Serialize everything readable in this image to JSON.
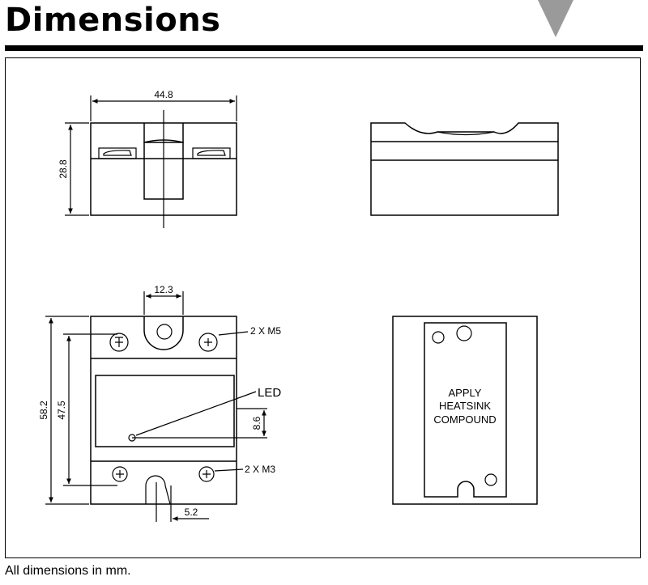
{
  "header": {
    "title": "Dimensions"
  },
  "footer": {
    "note": "All dimensions in mm."
  },
  "top_view": {
    "width_dim": "44.8",
    "height_dim": "28.8"
  },
  "front_view": {
    "offset_dim": "12.3",
    "height_outer_dim": "58.2",
    "height_inner_dim": "47.5",
    "led_label": "LED",
    "led_offset_dim": "8.6",
    "top_screws_label": "2 X M5",
    "bottom_screws_label": "2 X M3",
    "slot_dim": "5.2"
  },
  "back_view": {
    "label_line1": "APPLY",
    "label_line2": "HEATSINK",
    "label_line3": "COMPOUND"
  },
  "colors": {
    "ink": "#000000",
    "marker": "#9a9a9a"
  }
}
